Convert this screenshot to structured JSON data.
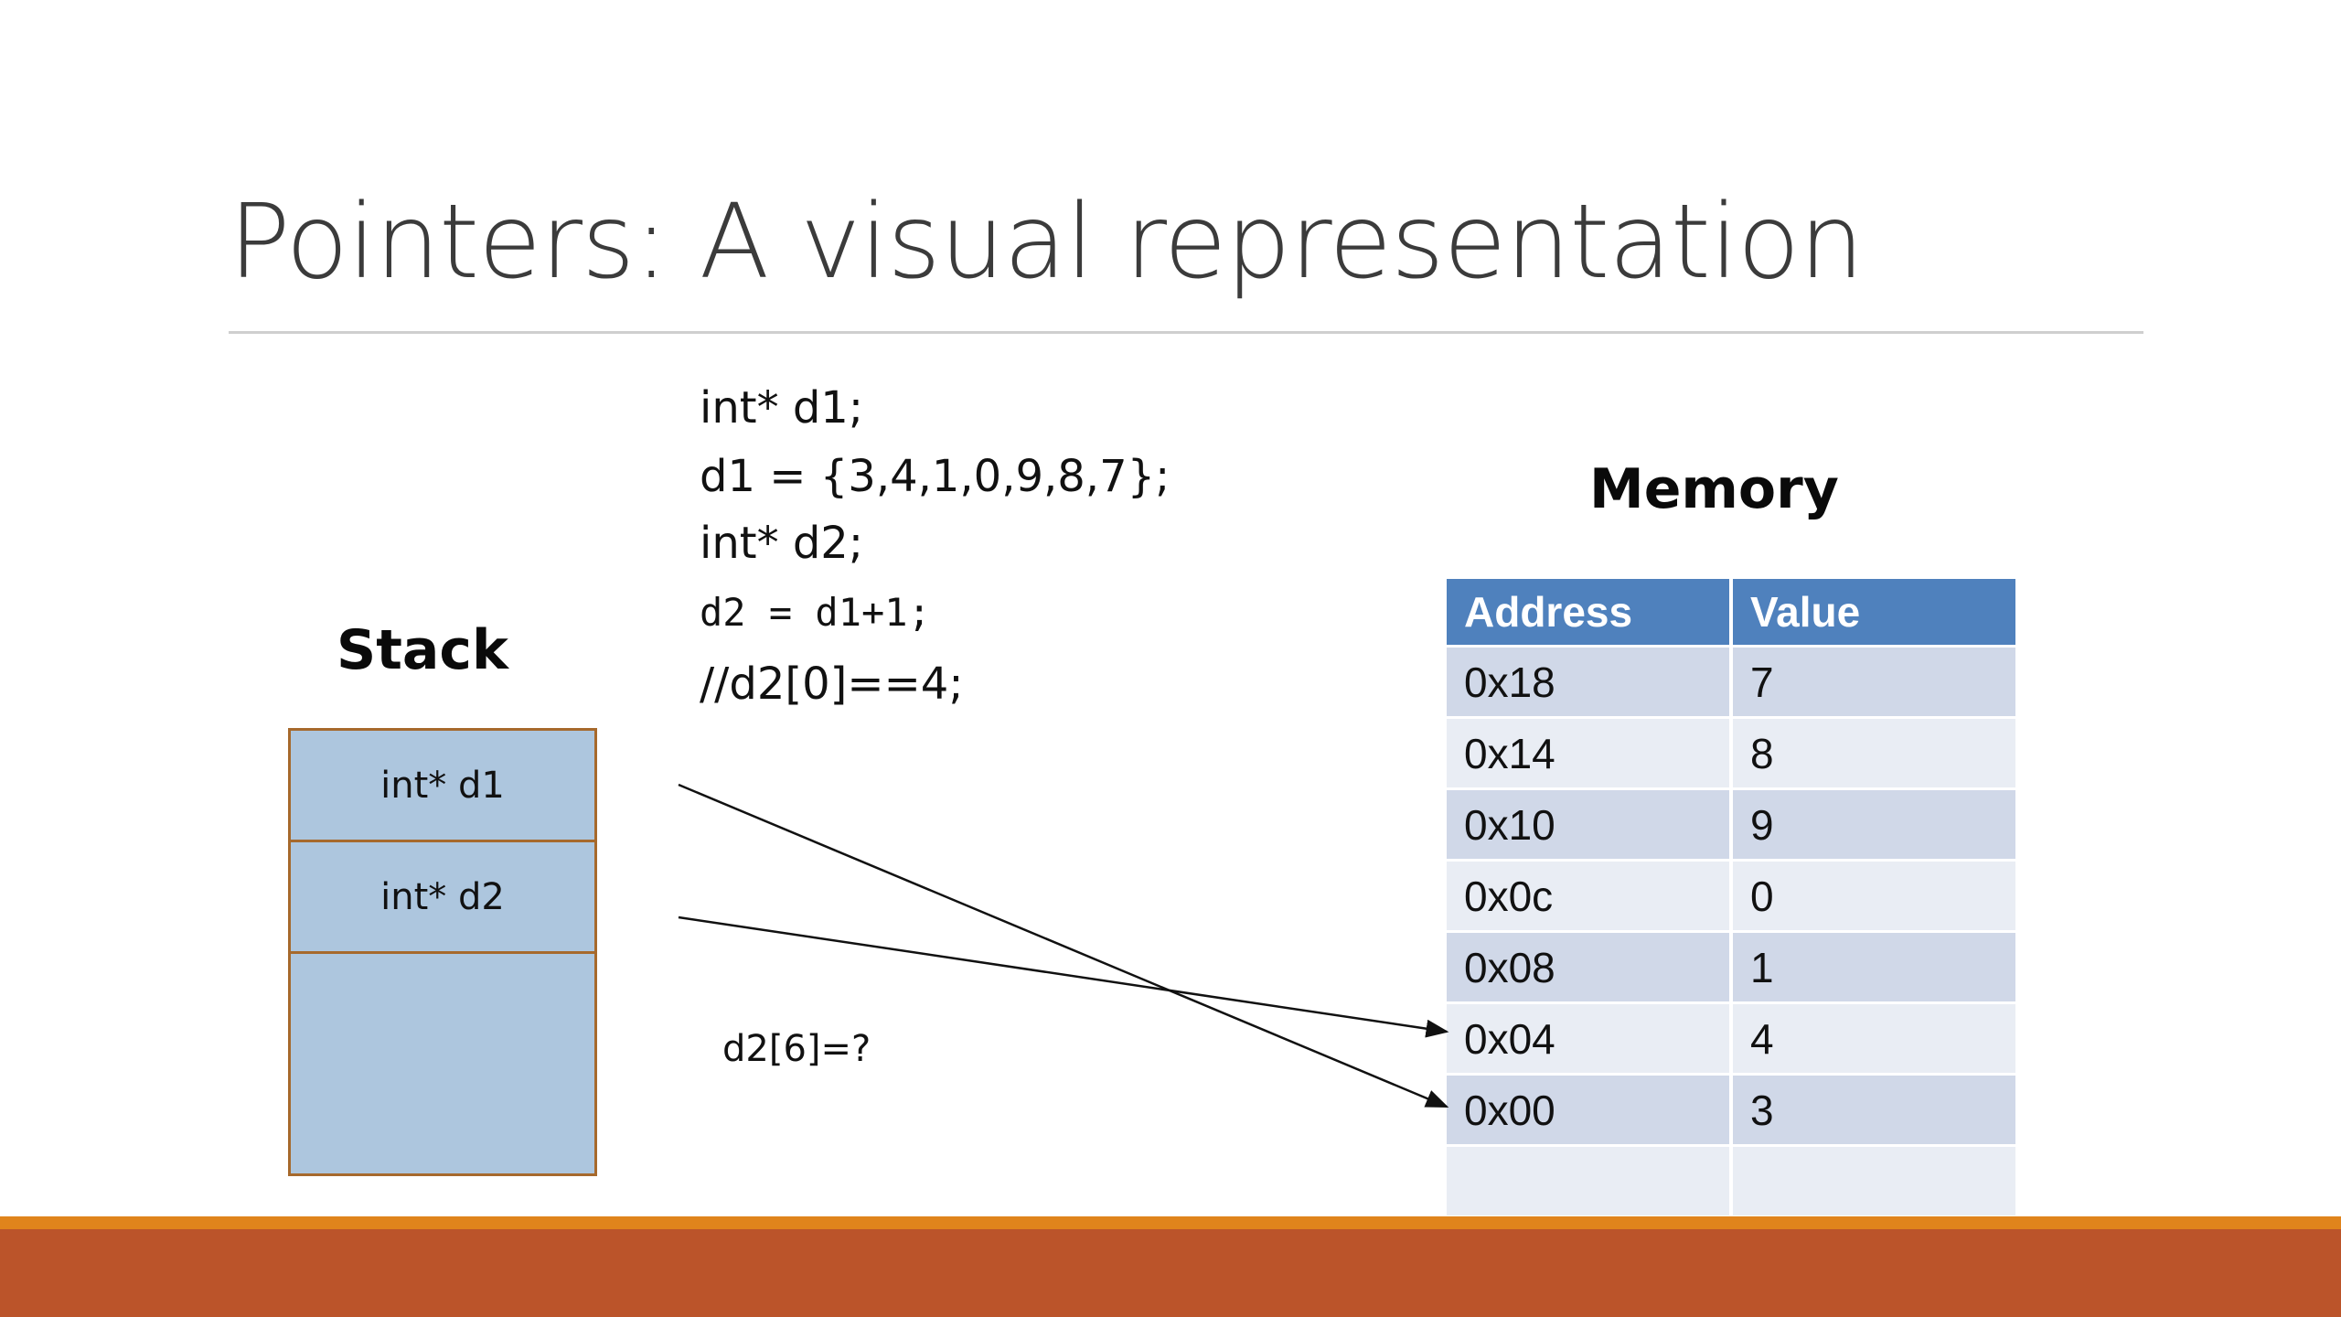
{
  "slide": {
    "title": "Pointers: A visual representation",
    "code_lines": [
      "int* d1;",
      "d1 = {3,4,1,0,9,8,7};",
      "int* d2;",
      "d2 = d1+1;",
      "//d2[0]==4;"
    ],
    "stack": {
      "heading": "Stack",
      "cells": [
        "int* d1",
        "int* d2"
      ]
    },
    "question": "d2[6]=?",
    "memory": {
      "heading": "Memory",
      "headers": [
        "Address",
        "Value"
      ],
      "rows": [
        {
          "address": "0x18",
          "value": "7"
        },
        {
          "address": "0x14",
          "value": "8"
        },
        {
          "address": "0x10",
          "value": "9"
        },
        {
          "address": "0x0c",
          "value": "0"
        },
        {
          "address": "0x08",
          "value": "1"
        },
        {
          "address": "0x04",
          "value": "4"
        },
        {
          "address": "0x00",
          "value": "3"
        },
        {
          "address": "",
          "value": ""
        }
      ]
    },
    "colors": {
      "table_header": "#4f81bd",
      "stack_fill": "#adc6de",
      "stack_border": "#a6692c",
      "footer_bar": "#bb542a",
      "footer_accent": "#e0841c"
    }
  }
}
